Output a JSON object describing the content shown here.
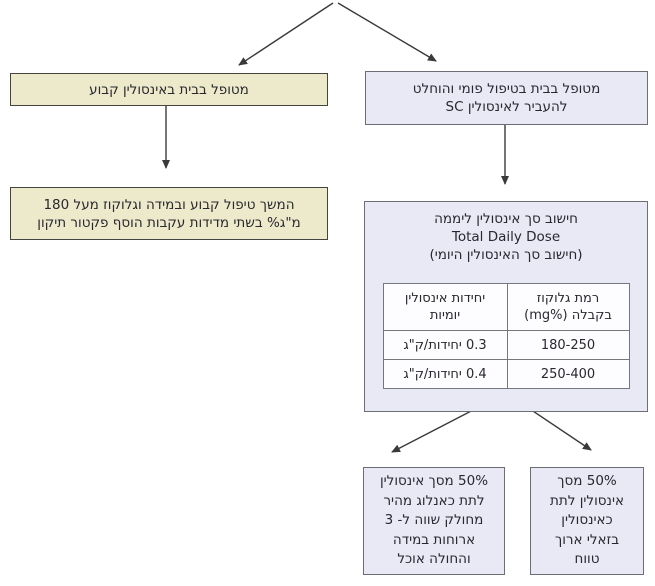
{
  "diagram": {
    "title_semantic": "Insulin treatment decision flowchart (Hebrew)",
    "top_left_box": {
      "text": "מטופל בבית באינסולין קבוע"
    },
    "top_right_box": {
      "lines": [
        "מטופל בבית בטיפול פומי והוחלט",
        "להעביר לאינסולין SC"
      ]
    },
    "mid_left_box": {
      "lines": [
        "המשך טיפול קבוע ובמידה וגלוקוז מעל 180",
        "מ\"ג% בשתי מדידות עקבות הוסף פקטור תיקון"
      ]
    },
    "tdd_box": {
      "title_he": "חישוב סך אינסולין ליממה",
      "title_en": "Total Daily Dose",
      "subtitle_he": "(חישוב סך האינסולין היומי)",
      "table": {
        "glucose_header_lines": [
          "רמת גלוקוז",
          "בקבלה (mg%‎)"
        ],
        "insulin_header_lines": [
          "יחידות אינסולין",
          "יומיות"
        ],
        "rows": [
          {
            "glucose": "180-250",
            "insulin": "0.3 יחידות/ק\"ג"
          },
          {
            "glucose": "250-400",
            "insulin": "0.4 יחידות/ק\"ג"
          }
        ]
      }
    },
    "bottom_left_box": {
      "lines": [
        "50% מסך אינסולין",
        "לתת כאנלוג מהיר",
        "מחולק שווה ל- 3",
        "ארוחות במידה",
        "והחולה אוכל"
      ]
    },
    "bottom_right_box": {
      "lines": [
        "50% מסך",
        "אינסולין לתת",
        "כאינסולין",
        "בזאלי ארוך",
        "טווח"
      ]
    },
    "colors": {
      "beige_fill": "#EDEACB",
      "beige_border": "#45453f",
      "lavender_fill": "#E9E9F5",
      "lavender_border": "#6d6d76",
      "table_fill": "#fdfdff",
      "table_border": "#76767d",
      "arrow": "#3a3a3a",
      "text": "#28282f"
    }
  }
}
